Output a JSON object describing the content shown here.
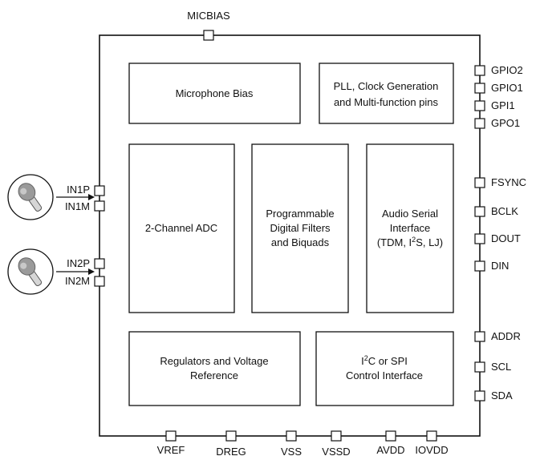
{
  "pins": {
    "top": "MICBIAS",
    "right": [
      "GPIO2",
      "GPIO1",
      "GPI1",
      "GPO1",
      "FSYNC",
      "BCLK",
      "DOUT",
      "DIN",
      "ADDR",
      "SCL",
      "SDA"
    ],
    "bottom": [
      "VREF",
      "DREG",
      "VSS",
      "VSSD",
      "AVDD",
      "IOVDD"
    ],
    "left_pair_1": [
      "IN1P",
      "IN1M"
    ],
    "left_pair_2": [
      "IN2P",
      "IN2M"
    ]
  },
  "blocks": {
    "mic_bias": "Microphone Bias",
    "pll": [
      "PLL, Clock Generation",
      "and Multi-function pins"
    ],
    "adc": "2-Channel ADC",
    "filters": [
      "Programmable",
      "Digital Filters",
      "and Biquads"
    ],
    "asi": {
      "line1": "Audio Serial",
      "line2": "Interface",
      "line3_a": "(TDM, I",
      "line3_sup": "2",
      "line3_b": "S, LJ)"
    },
    "regulators": [
      "Regulators and Voltage",
      "Reference"
    ],
    "control": {
      "line1_a": "I",
      "line1_sup": "2",
      "line1_b": "C or SPI",
      "line2": "Control Interface"
    }
  },
  "icons": [
    "microphone-icon",
    "microphone-icon"
  ],
  "colors": {
    "stroke": "#111111",
    "mic_gray": "#9a9a9a",
    "mic_light": "#d6d6d6"
  }
}
